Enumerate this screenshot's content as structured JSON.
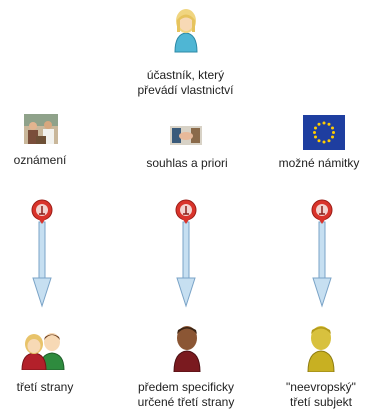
{
  "top_node": {
    "label_line1": "účastník, který",
    "label_line2": "převádí vlastnictví",
    "icon": "person-blonde-icon"
  },
  "middle_nodes": [
    {
      "label": "oznámení",
      "icon": "photo-people-icon"
    },
    {
      "label": "souhlas a priori",
      "icon": "photo-handshake-icon"
    },
    {
      "label": "možné námitky",
      "icon": "eu-flag-icon"
    }
  ],
  "bottom_nodes": [
    {
      "label_line1": "třetí strany",
      "label_line2": "",
      "icon": "two-persons-icon"
    },
    {
      "label_line1": "předem specificky",
      "label_line2": "určené třetí strany",
      "icon": "person-darkred-icon"
    },
    {
      "label_line1": "\"neevropský\"",
      "label_line2": "třetí subjekt",
      "icon": "person-olive-icon"
    }
  ],
  "colors": {
    "arrow_fill": "#c6dff1",
    "arrow_stroke": "#7aa3c7",
    "pin_red": "#d9342b",
    "eu_blue": "#1e3ea0",
    "eu_star": "#ffcc00"
  }
}
